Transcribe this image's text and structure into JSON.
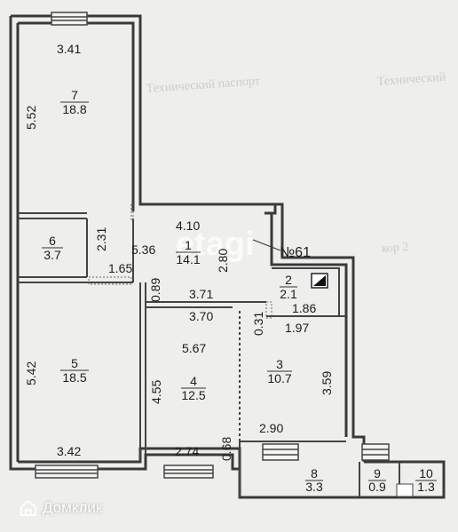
{
  "rooms": [
    {
      "id": "7",
      "area": "18.8"
    },
    {
      "id": "6",
      "area": "3.7"
    },
    {
      "id": "1",
      "area": "14.1"
    },
    {
      "id": "2",
      "area": "2.1"
    },
    {
      "id": "5",
      "area": "18.5"
    },
    {
      "id": "4",
      "area": "12.5"
    },
    {
      "id": "3",
      "area": "10.7"
    },
    {
      "id": "8",
      "area": "3.3"
    },
    {
      "id": "9",
      "area": "0.9"
    },
    {
      "id": "10",
      "area": "1.3"
    }
  ],
  "dimensions": {
    "room7_width": "3.41",
    "room7_height": "5.52",
    "room6_height": "2.31",
    "room1_width": "4.10",
    "room1_length": "5.36",
    "room1_height": "2.80",
    "corridor": "1.65",
    "gap_089": "0.89",
    "room1_bottom": "3.71",
    "room4_top": "3.70",
    "gap_031": "0.31",
    "room2_width": "1.86",
    "room3_top": "1.97",
    "room5_height": "5.42",
    "room4_length": "5.67",
    "room4_height": "4.55",
    "room3_height": "3.59",
    "room3_width": "2.90",
    "room5_width": "3.42",
    "room4_width": "2.74",
    "gap_068": "0.68"
  },
  "apartment_number": "№61",
  "watermark": "etagi",
  "brand": {
    "name": "Домклик"
  }
}
